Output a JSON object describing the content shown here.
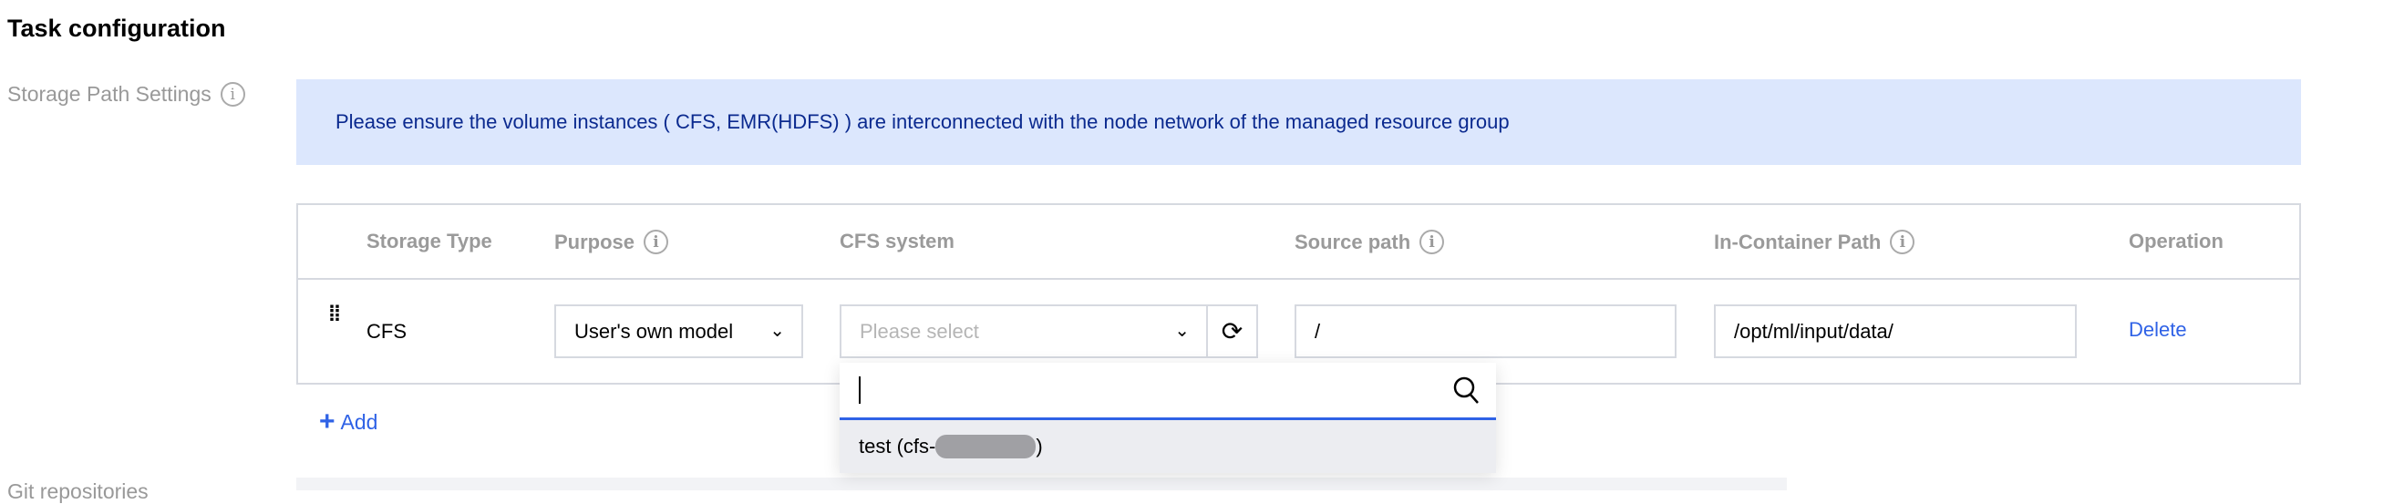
{
  "section_title": "Task configuration",
  "storage_label": "Storage Path Settings",
  "banner_text": "Please ensure the volume instances ( CFS, EMR(HDFS) ) are interconnected with the node network of the managed resource group",
  "table": {
    "headers": {
      "storage_type": "Storage Type",
      "purpose": "Purpose",
      "cfs_system": "CFS system",
      "source_path": "Source path",
      "container_path": "In-Container Path",
      "operation": "Operation"
    },
    "rows": [
      {
        "storage_type": "CFS",
        "purpose": "User's own model",
        "cfs_placeholder": "Please select",
        "source_path": "/",
        "container_path": "/opt/ml/input/data/",
        "delete": "Delete"
      }
    ]
  },
  "add_label": "Add",
  "dropdown": {
    "search_value": "",
    "options": [
      {
        "label": "test (cfs-",
        "suffix": ")"
      }
    ]
  },
  "next_label": "Git repositories",
  "colors": {
    "accent": "#2f62e6",
    "banner_bg": "#dce7fd",
    "banner_text": "#0b2a8f"
  }
}
